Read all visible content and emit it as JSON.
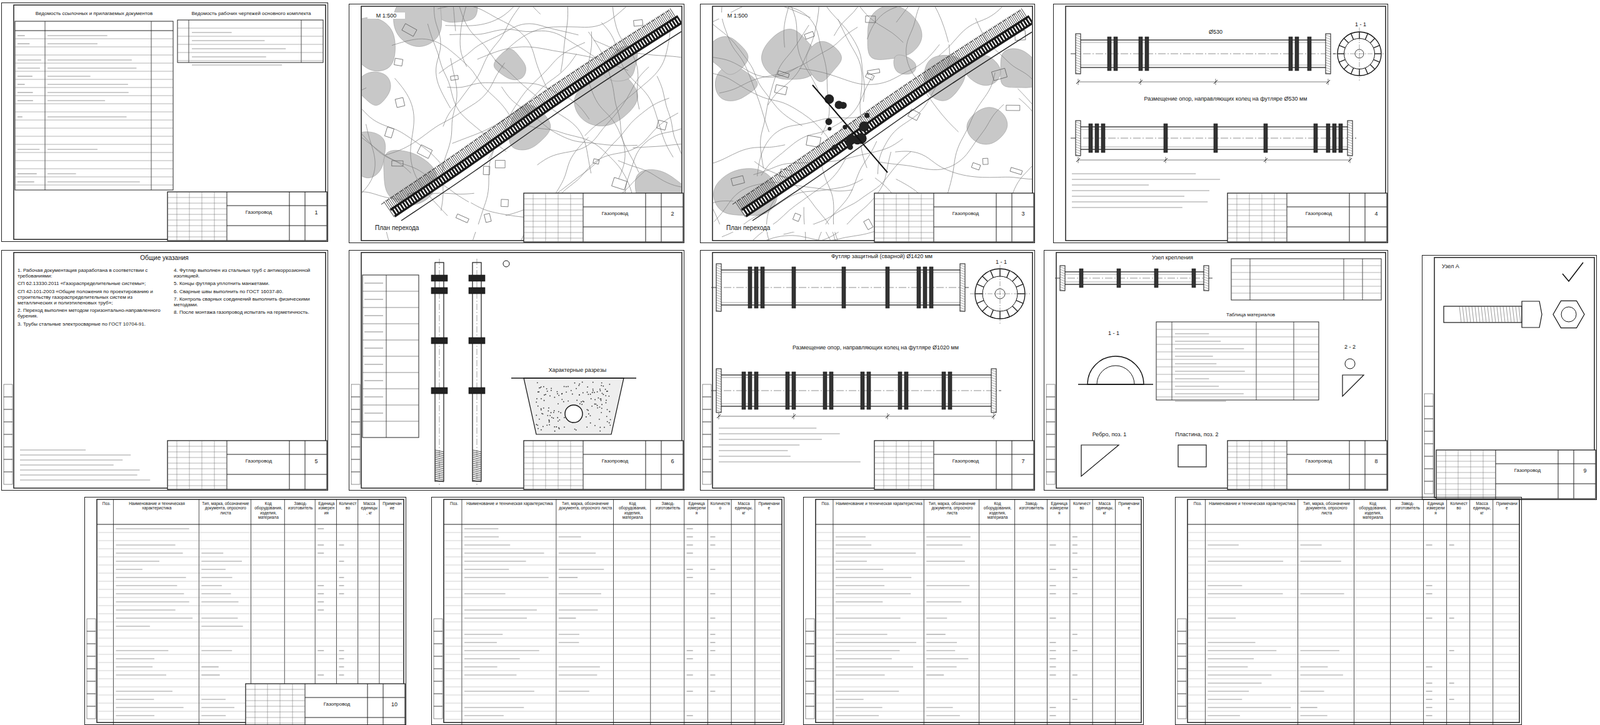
{
  "diagram": {
    "nodes": [
      {
        "text": [
          "Ведомость ссылочных и прилагаемых документов",
          "Ведомость рабочих чертежей основного комплекта"
        ]
      },
      {
        "text": [
          "План перехода"
        ]
      },
      {
        "text": [
          "План перехода"
        ]
      },
      {
        "text": [
          "Размещение опор, направляющих колец на футляре Ø530 мм"
        ]
      },
      {
        "text": [
          "Общие указания"
        ]
      },
      {
        "text": [
          "Характерные разрезы"
        ]
      },
      {
        "text": [
          "Футляр защитный (сварной) Ø1420 мм",
          "Размещение опор, направляющих колец на футляре Ø1020 мм"
        ]
      },
      {
        "text": [
          "Узел крепления",
          "Таблица материалов"
        ]
      },
      {
        "text": [
          "Узел А"
        ]
      },
      {
        "text": [
          "Поз.",
          "Наименование и техническая характеристика",
          "Тип, марка, обозначение документа, опросного листа",
          "Код оборудования, изделия, материала",
          "Завод-изготовитель",
          "Единица измерения",
          "Количество",
          "Масса единицы, кг",
          "Примечание"
        ]
      },
      {
        "text": [
          "Поз.",
          "Наименование и техническая характеристика",
          "Тип, марка, обозначение документа, опросного листа",
          "Код оборудования, изделия, материала",
          "Завод-изготовитель",
          "Единица измерения",
          "Количество",
          "Масса единицы, кг",
          "Примечание"
        ]
      },
      {
        "text": [
          "Поз.",
          "Наименование и техническая характеристика",
          "Тип, марка, обозначение документа, опросного листа",
          "Код оборудования, изделия, материала",
          "Завод-изготовитель",
          "Единица измерения",
          "Количество",
          "Масса единицы, кг",
          "Примечание"
        ]
      },
      {
        "text": [
          "Поз.",
          "Наименование и техническая характеристика",
          "Тип, марка, обозначение документа, опросного листа",
          "Код оборудования, изделия, материала",
          "Завод-изготовитель",
          "Единица измерения",
          "Количество",
          "Масса единицы, кг",
          "Примечание"
        ]
      }
    ],
    "labels": [
      "Газопровод",
      "1",
      "Газопровод",
      "2",
      "Газопровод",
      "3",
      "Газопровод",
      "4",
      "Газопровод",
      "5",
      "Газопровод",
      "6",
      "Газопровод",
      "7",
      "Газопровод",
      "8",
      "Газопровод",
      "9",
      "Газопровод",
      "10",
      "М 1:500",
      "М 1:500",
      "1 - 1",
      "Ø530",
      "1 - 1",
      "1 - 1",
      "2 - 2",
      "Ребро, поз. 1",
      "Пластина, поз. 2",
      "1. Рабочая документация разработана в соответствии с требованиями:",
      "СП 62.13330.2011 «Газораспределительные системы»;",
      "СП 42-101-2003 «Общие положения по проектированию и строительству газораспределительных систем из металлических и полиэтиленовых труб»;",
      "2. Переход выполнен методом горизонтально-направленного бурения.",
      "3. Трубы стальные электросварные по ГОСТ 10704-91.",
      "4. Футляр выполнен из стальных труб с антикоррозионной изоляцией.",
      "5. Концы футляра уплотнить манжетами.",
      "6. Сварные швы выполнить по ГОСТ 16037-80.",
      "7. Контроль сварных соединений выполнить физическими методами.",
      "8. После монтажа газопровод испытать на герметичность."
    ]
  }
}
